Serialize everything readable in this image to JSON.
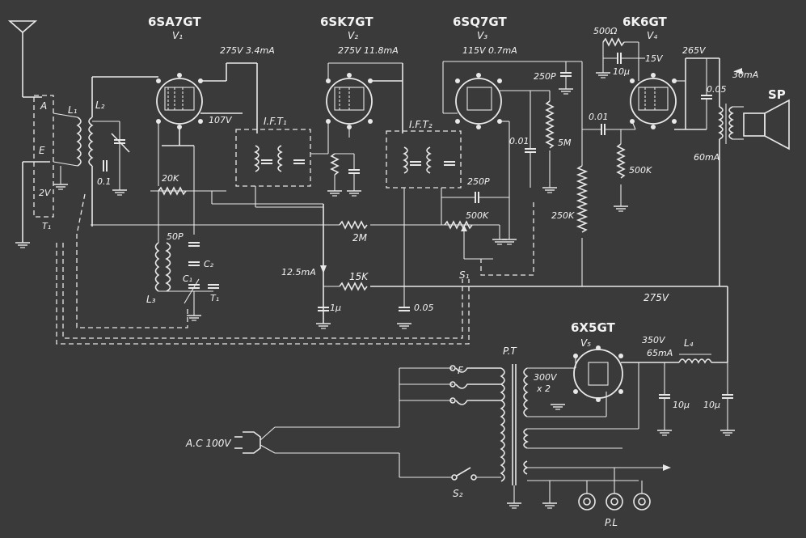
{
  "tubes": {
    "v1": {
      "type": "6SA7GT",
      "ref": "V₁"
    },
    "v2": {
      "type": "6SK7GT",
      "ref": "V₂"
    },
    "v3": {
      "type": "6SQ7GT",
      "ref": "V₃"
    },
    "v4": {
      "type": "6K6GT",
      "ref": "V₄"
    },
    "v5": {
      "type": "6X5GT",
      "ref": "V₅"
    }
  },
  "labels": {
    "antenna_a": "A",
    "ground_e": "E",
    "l1": "L₁",
    "l2": "L₂",
    "l3": "L₃",
    "l4": "L₄",
    "c_01": "0.1",
    "r_20k": "20K",
    "c_50p": "50P",
    "c1": "C₁",
    "c2": "C₂",
    "t1": "T₁",
    "c_2v": "2V",
    "ift1": "I.F.T₁",
    "ift2": "I.F.T₂",
    "v1_plate": "275V 3.4mA",
    "v1_screen": "107V",
    "v2_plate": "275V 11.8mA",
    "v3_plate": "115V 0.7mA",
    "r_2m": "2M",
    "c_250p_a": "250P",
    "c_250p_b": "250P",
    "r_500k_vol": "500K",
    "c_001": "0.01",
    "r_5m": "5M",
    "r_250k": "250K",
    "c_001b": "0.01",
    "r_500k": "500K",
    "r_500": "500Ω",
    "c_10u_a": "10μ",
    "v4_bias": "15V",
    "v4_plate": "265V",
    "c_005": "0.05",
    "i_30ma": "30mA",
    "i_60ma": "60mA",
    "sp": "SP",
    "i_125ma": "12.5mA",
    "r_15k": "15K",
    "c_1u": "1μ",
    "c_005b": "0.05",
    "s1": "S₁",
    "b_275": "275V",
    "pt": "P.T",
    "f": "F",
    "sec_hv": "300V",
    "sec_x2": "x 2",
    "out_v": "350V",
    "out_i": "65mA",
    "c_10u_b": "10μ",
    "c_10u_c": "10μ",
    "ac": "A.C 100V",
    "s2": "S₂",
    "pl": "P.L"
  }
}
